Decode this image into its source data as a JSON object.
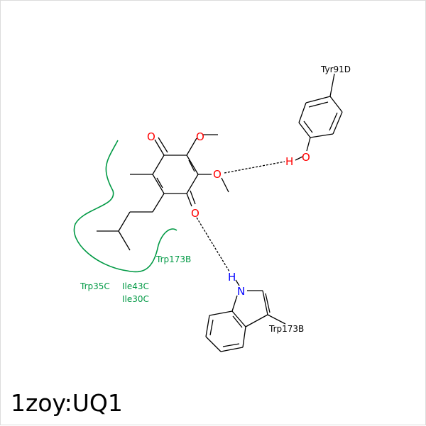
{
  "title": "1zoy:UQ1",
  "colors": {
    "bond": "#000000",
    "oxygen": "#ff0000",
    "nitrogen": "#0000ff",
    "hydrophobic": "#009944",
    "hbond": "#000000"
  },
  "atoms": {
    "o_top": "O",
    "o_mid": "O",
    "o_bottom": "O",
    "h_tyr": "H",
    "o_tyr": "O",
    "h_trp": "H",
    "n_trp": "N"
  },
  "residues": {
    "tyr91d": "Tyr91D",
    "trp173b_ring": "Trp173B"
  },
  "hydrophobic_residues": {
    "trp173b": "Trp173B",
    "trp35c": "Trp35C",
    "ile43c": "Ile43C",
    "ile30c": "Ile30C"
  }
}
